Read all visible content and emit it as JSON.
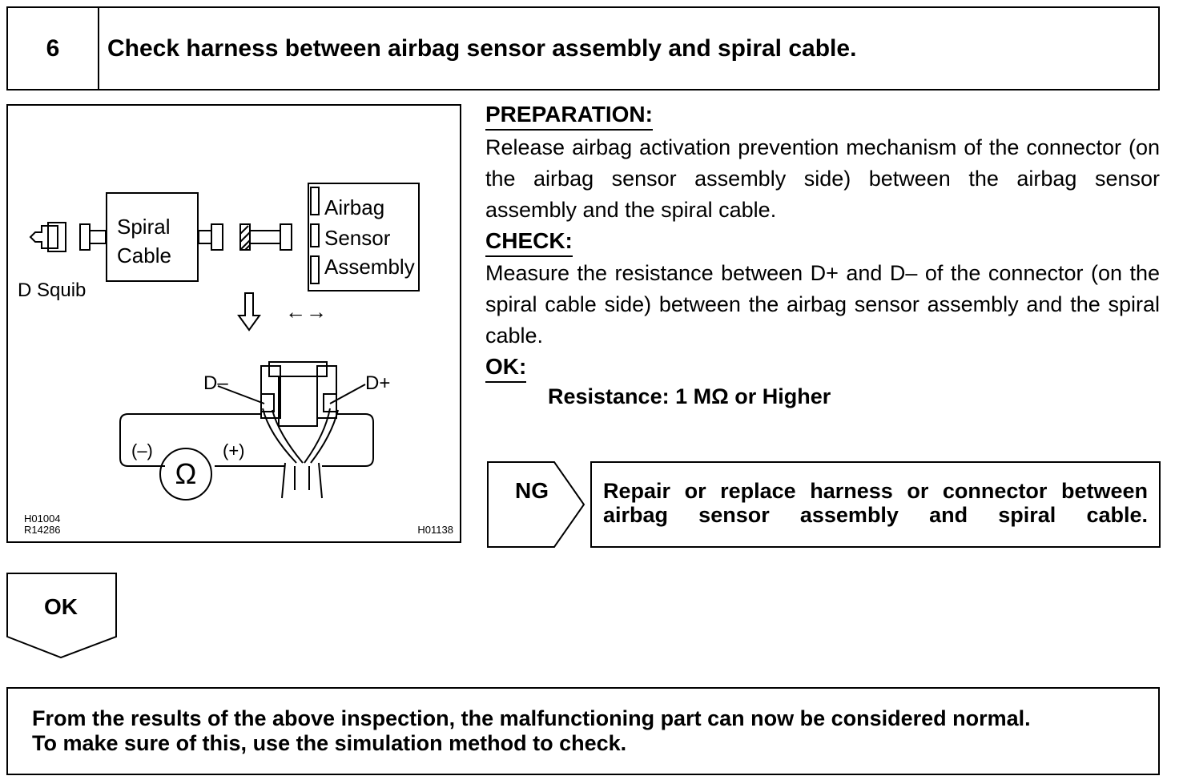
{
  "step": {
    "number": "6",
    "title": "Check harness between airbag sensor assembly and spiral cable."
  },
  "figure": {
    "labels": {
      "spiral_cable_1": "Spiral",
      "spiral_cable_2": "Cable",
      "airbag_1": "Airbag",
      "airbag_2": "Sensor",
      "airbag_3": "Assembly",
      "d_squib": "D Squib",
      "d_minus": "D–",
      "d_plus": "D+",
      "neg": "(–)",
      "pos": "(+)",
      "ohm": "Ω",
      "arrows": "←→"
    },
    "codes": {
      "left_1": "H01004",
      "left_2": "R14286",
      "right": "H01138"
    }
  },
  "preparation": {
    "heading": "PREPARATION:",
    "text": "Release airbag activation prevention mechanism of the connector (on the airbag sensor assembly side) between the airbag sensor assembly and the spiral cable."
  },
  "check": {
    "heading": "CHECK:",
    "text": "Measure the resistance between D+ and D– of the connector (on the spiral cable side) between the airbag sensor assembly and the spiral cable."
  },
  "ok": {
    "heading": "OK:",
    "value": "Resistance: 1 MΩ or Higher"
  },
  "ng": {
    "label": "NG",
    "result": "Repair or replace harness or connector between airbag sensor assembly and spiral cable."
  },
  "ok_flow": {
    "label": "OK"
  },
  "final": {
    "line1": "From the results of the above inspection, the malfunctioning part can now be considered normal.",
    "line2": "To make sure of this, use the simulation method to check."
  }
}
